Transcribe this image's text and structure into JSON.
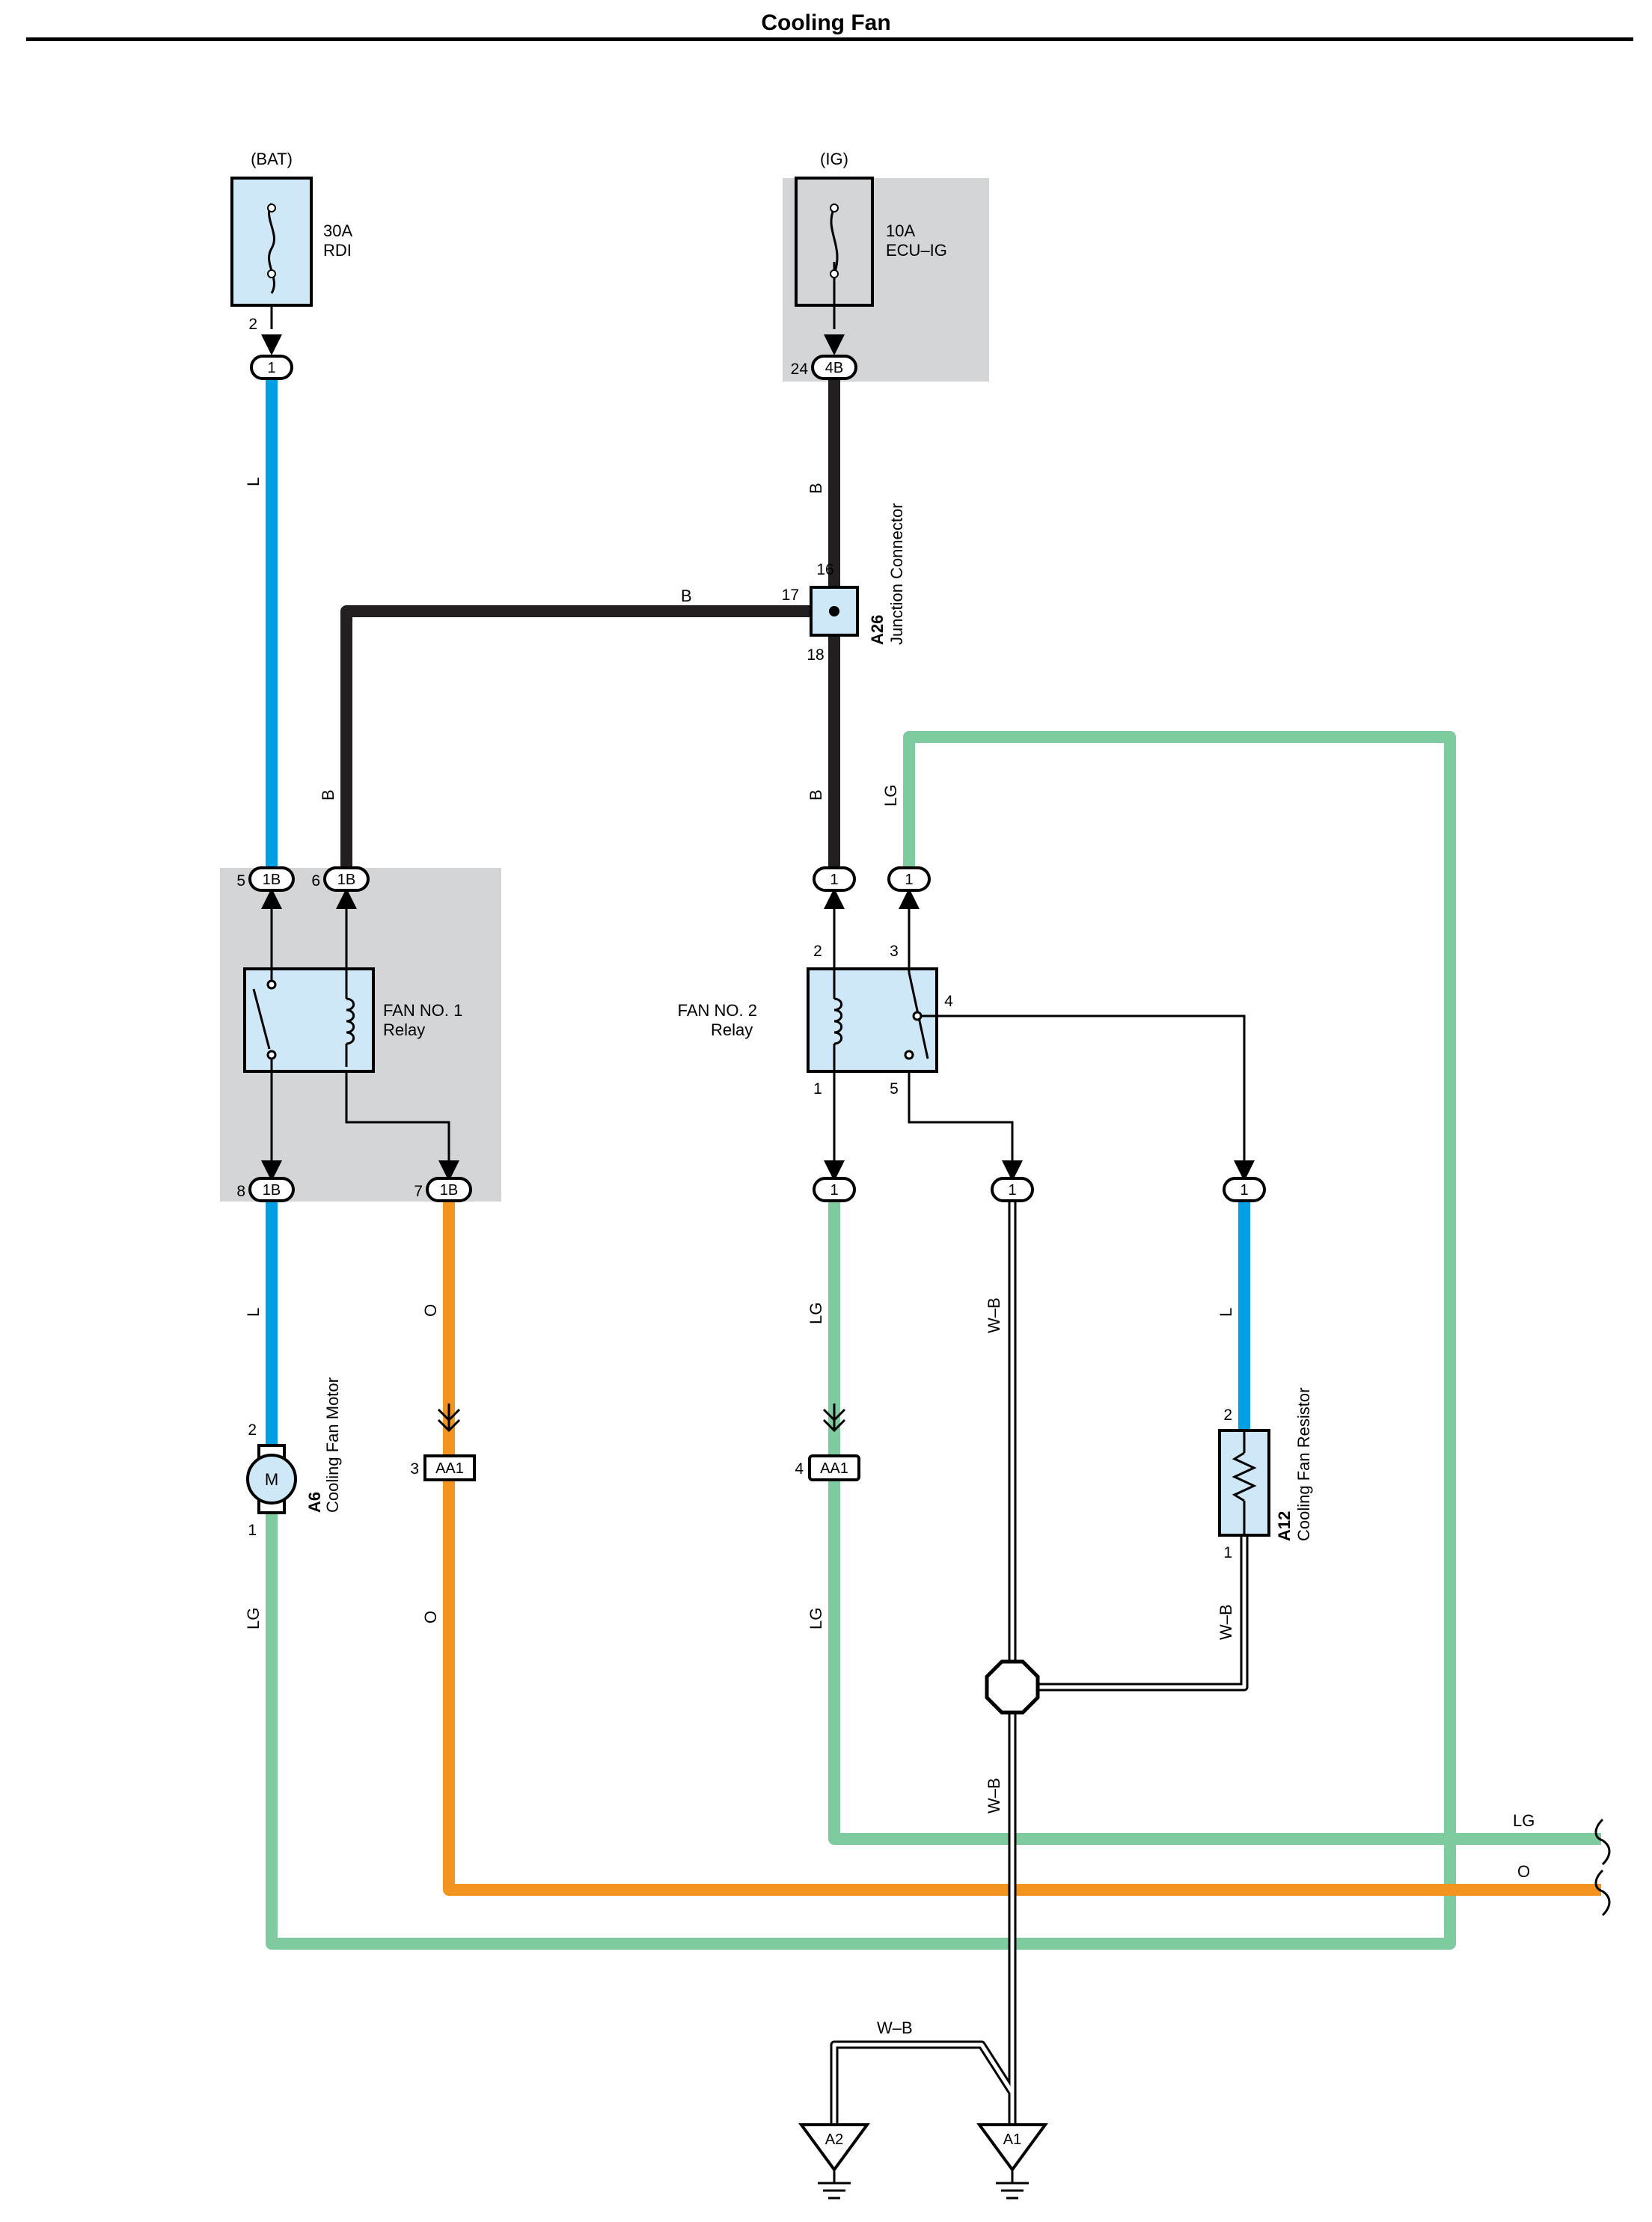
{
  "title": "Cooling Fan",
  "sources": {
    "bat": "(BAT)",
    "ig": "(IG)"
  },
  "fuses": {
    "rdi": {
      "rating": "30A",
      "name": "RDI"
    },
    "ecu_ig": {
      "rating": "10A",
      "name": "ECU–IG"
    }
  },
  "relays": {
    "fan1": {
      "line1": "FAN NO. 1",
      "line2": "Relay"
    },
    "fan2": {
      "line1": "FAN NO. 2",
      "line2": "Relay"
    }
  },
  "components": {
    "a26": {
      "code": "A26",
      "name": "Junction Connector"
    },
    "a6": {
      "code": "A6",
      "name": "Cooling Fan Motor",
      "symbol": "M"
    },
    "a12": {
      "code": "A12",
      "name": "Cooling Fan Resistor"
    }
  },
  "connectors": {
    "c1": "1",
    "c4b": "4B",
    "c1b": "1B",
    "caa1": "AA1",
    "a1": "A1",
    "a2": "A2"
  },
  "pins": {
    "p1": "1",
    "p2": "2",
    "p3": "3",
    "p4": "4",
    "p5": "5",
    "p6": "6",
    "p7": "7",
    "p8": "8",
    "p16": "16",
    "p17": "17",
    "p18": "18",
    "p24": "24"
  },
  "wire_colors": {
    "L": "L",
    "B": "B",
    "LG": "LG",
    "O": "O",
    "WB": "W–B"
  },
  "colors": {
    "blue_L": "#009fe3",
    "green_LG": "#7fcba0",
    "orange_O": "#f39320",
    "black_B": "#231f20",
    "component_fill": "#cfe8f7",
    "shade": "#d4d5d6"
  }
}
